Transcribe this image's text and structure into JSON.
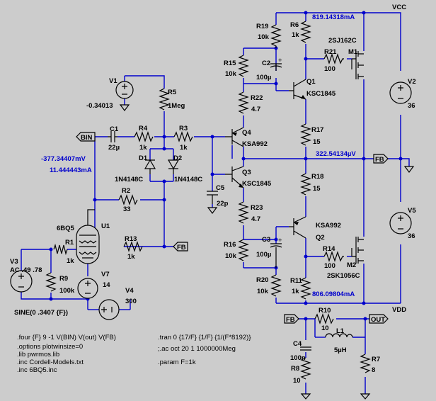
{
  "nets": {
    "vcc": "VCC",
    "vdd": "VDD",
    "bin": "BIN",
    "fb": "FB",
    "out": "OUT"
  },
  "measurements": {
    "i_top": "819.14318mA",
    "i_bottom": "806.09804mA",
    "v_out_node": "322.54134µV",
    "v_bin": "-377.34407mV",
    "i_bin": "11.444443mA"
  },
  "components": {
    "R19": {
      "name": "R19",
      "value": "10k"
    },
    "R6": {
      "name": "R6",
      "value": "1k"
    },
    "R15": {
      "name": "R15",
      "value": "10k"
    },
    "C2": {
      "name": "C2",
      "value": "100µ"
    },
    "R21": {
      "name": "R21",
      "value": "100"
    },
    "M1": {
      "name": "M1",
      "model": "2SJ162C"
    },
    "Q1": {
      "name": "Q1",
      "model": "KSC1845"
    },
    "V1": {
      "name": "V1",
      "value": "-0.34013"
    },
    "R5": {
      "name": "R5",
      "value": "1Meg"
    },
    "R22": {
      "name": "R22",
      "value": "4.7"
    },
    "V2": {
      "name": "V2",
      "value": "36"
    },
    "C1": {
      "name": "C1",
      "value": "22µ"
    },
    "R4": {
      "name": "R4",
      "value": "1k"
    },
    "R3": {
      "name": "R3",
      "value": "1k"
    },
    "Q4": {
      "name": "Q4",
      "model": "KSA992"
    },
    "R17": {
      "name": "R17",
      "value": "15"
    },
    "D1": {
      "name": "D1",
      "model": "1N4148C"
    },
    "D2": {
      "name": "D2",
      "model": "1N4148C"
    },
    "Q3": {
      "name": "Q3",
      "model": "KSC1845"
    },
    "R18": {
      "name": "R18",
      "value": "15"
    },
    "C5": {
      "name": "C5",
      "value": "22p"
    },
    "R2": {
      "name": "R2",
      "value": "33"
    },
    "V5": {
      "name": "V5",
      "value": "36"
    },
    "R23": {
      "name": "R23",
      "value": "4.7"
    },
    "U1": {
      "name": "U1",
      "model": "6BQ5"
    },
    "Q2": {
      "name": "Q2",
      "model": "KSA992"
    },
    "R13": {
      "name": "R13",
      "value": "1k"
    },
    "R16": {
      "name": "R16",
      "value": "10k"
    },
    "C3": {
      "name": "C3",
      "value": "100µ"
    },
    "R1": {
      "name": "R1",
      "value": "1k"
    },
    "V3": {
      "name": "V3",
      "value": "AC .49 .78",
      "extra": "SINE(0 .3407 {F})"
    },
    "R14": {
      "name": "R14",
      "value": "100"
    },
    "M2": {
      "name": "M2",
      "model": "2SK1056C"
    },
    "R9": {
      "name": "R9",
      "value": "100k"
    },
    "V7": {
      "name": "V7",
      "value": "14"
    },
    "R20": {
      "name": "R20",
      "value": "10k"
    },
    "R11": {
      "name": "R11",
      "value": "1k"
    },
    "V4": {
      "name": "V4",
      "value": "300"
    },
    "R10": {
      "name": "R10",
      "value": "10"
    },
    "L1": {
      "name": "L1",
      "value": "5µH"
    },
    "C4": {
      "name": "C4",
      "value": "100n"
    },
    "R7": {
      "name": "R7",
      "value": "8"
    },
    "R8": {
      "name": "R8",
      "value": "10"
    }
  },
  "directives": {
    "four": ".four {F} 9 -1 V(BIN) V(out) V(FB)",
    "options": ".options plotwinsize=0",
    "lib": ".lib pwrmos.lib",
    "inc1": ".inc Cordell-Models.txt",
    "inc2": ".inc 6BQ5.inc",
    "tran": ".tran 0 {17/F} {1/F} {1/(F*8192)}",
    "ac": ";.ac oct 20 1 1000000Meg",
    "param": ".param F=1k"
  }
}
